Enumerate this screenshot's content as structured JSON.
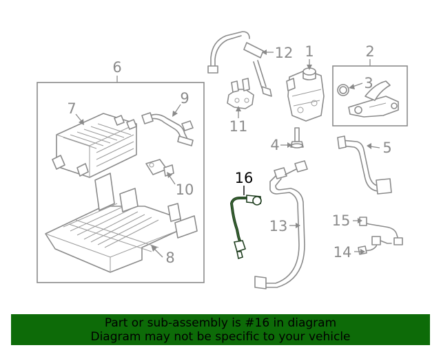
{
  "diagram": {
    "callouts": [
      "1",
      "2",
      "3",
      "4",
      "5",
      "6",
      "7",
      "8",
      "9",
      "10",
      "11",
      "12",
      "13",
      "14",
      "15",
      "16"
    ],
    "highlight_color": "#1e3d1e",
    "part_color": "#8a8a8a"
  },
  "banner": {
    "line1": "Part or sub-assembly is #16 in diagram",
    "line2": "Diagram may not be specific to your vehicle",
    "background": "#0d6b08"
  }
}
